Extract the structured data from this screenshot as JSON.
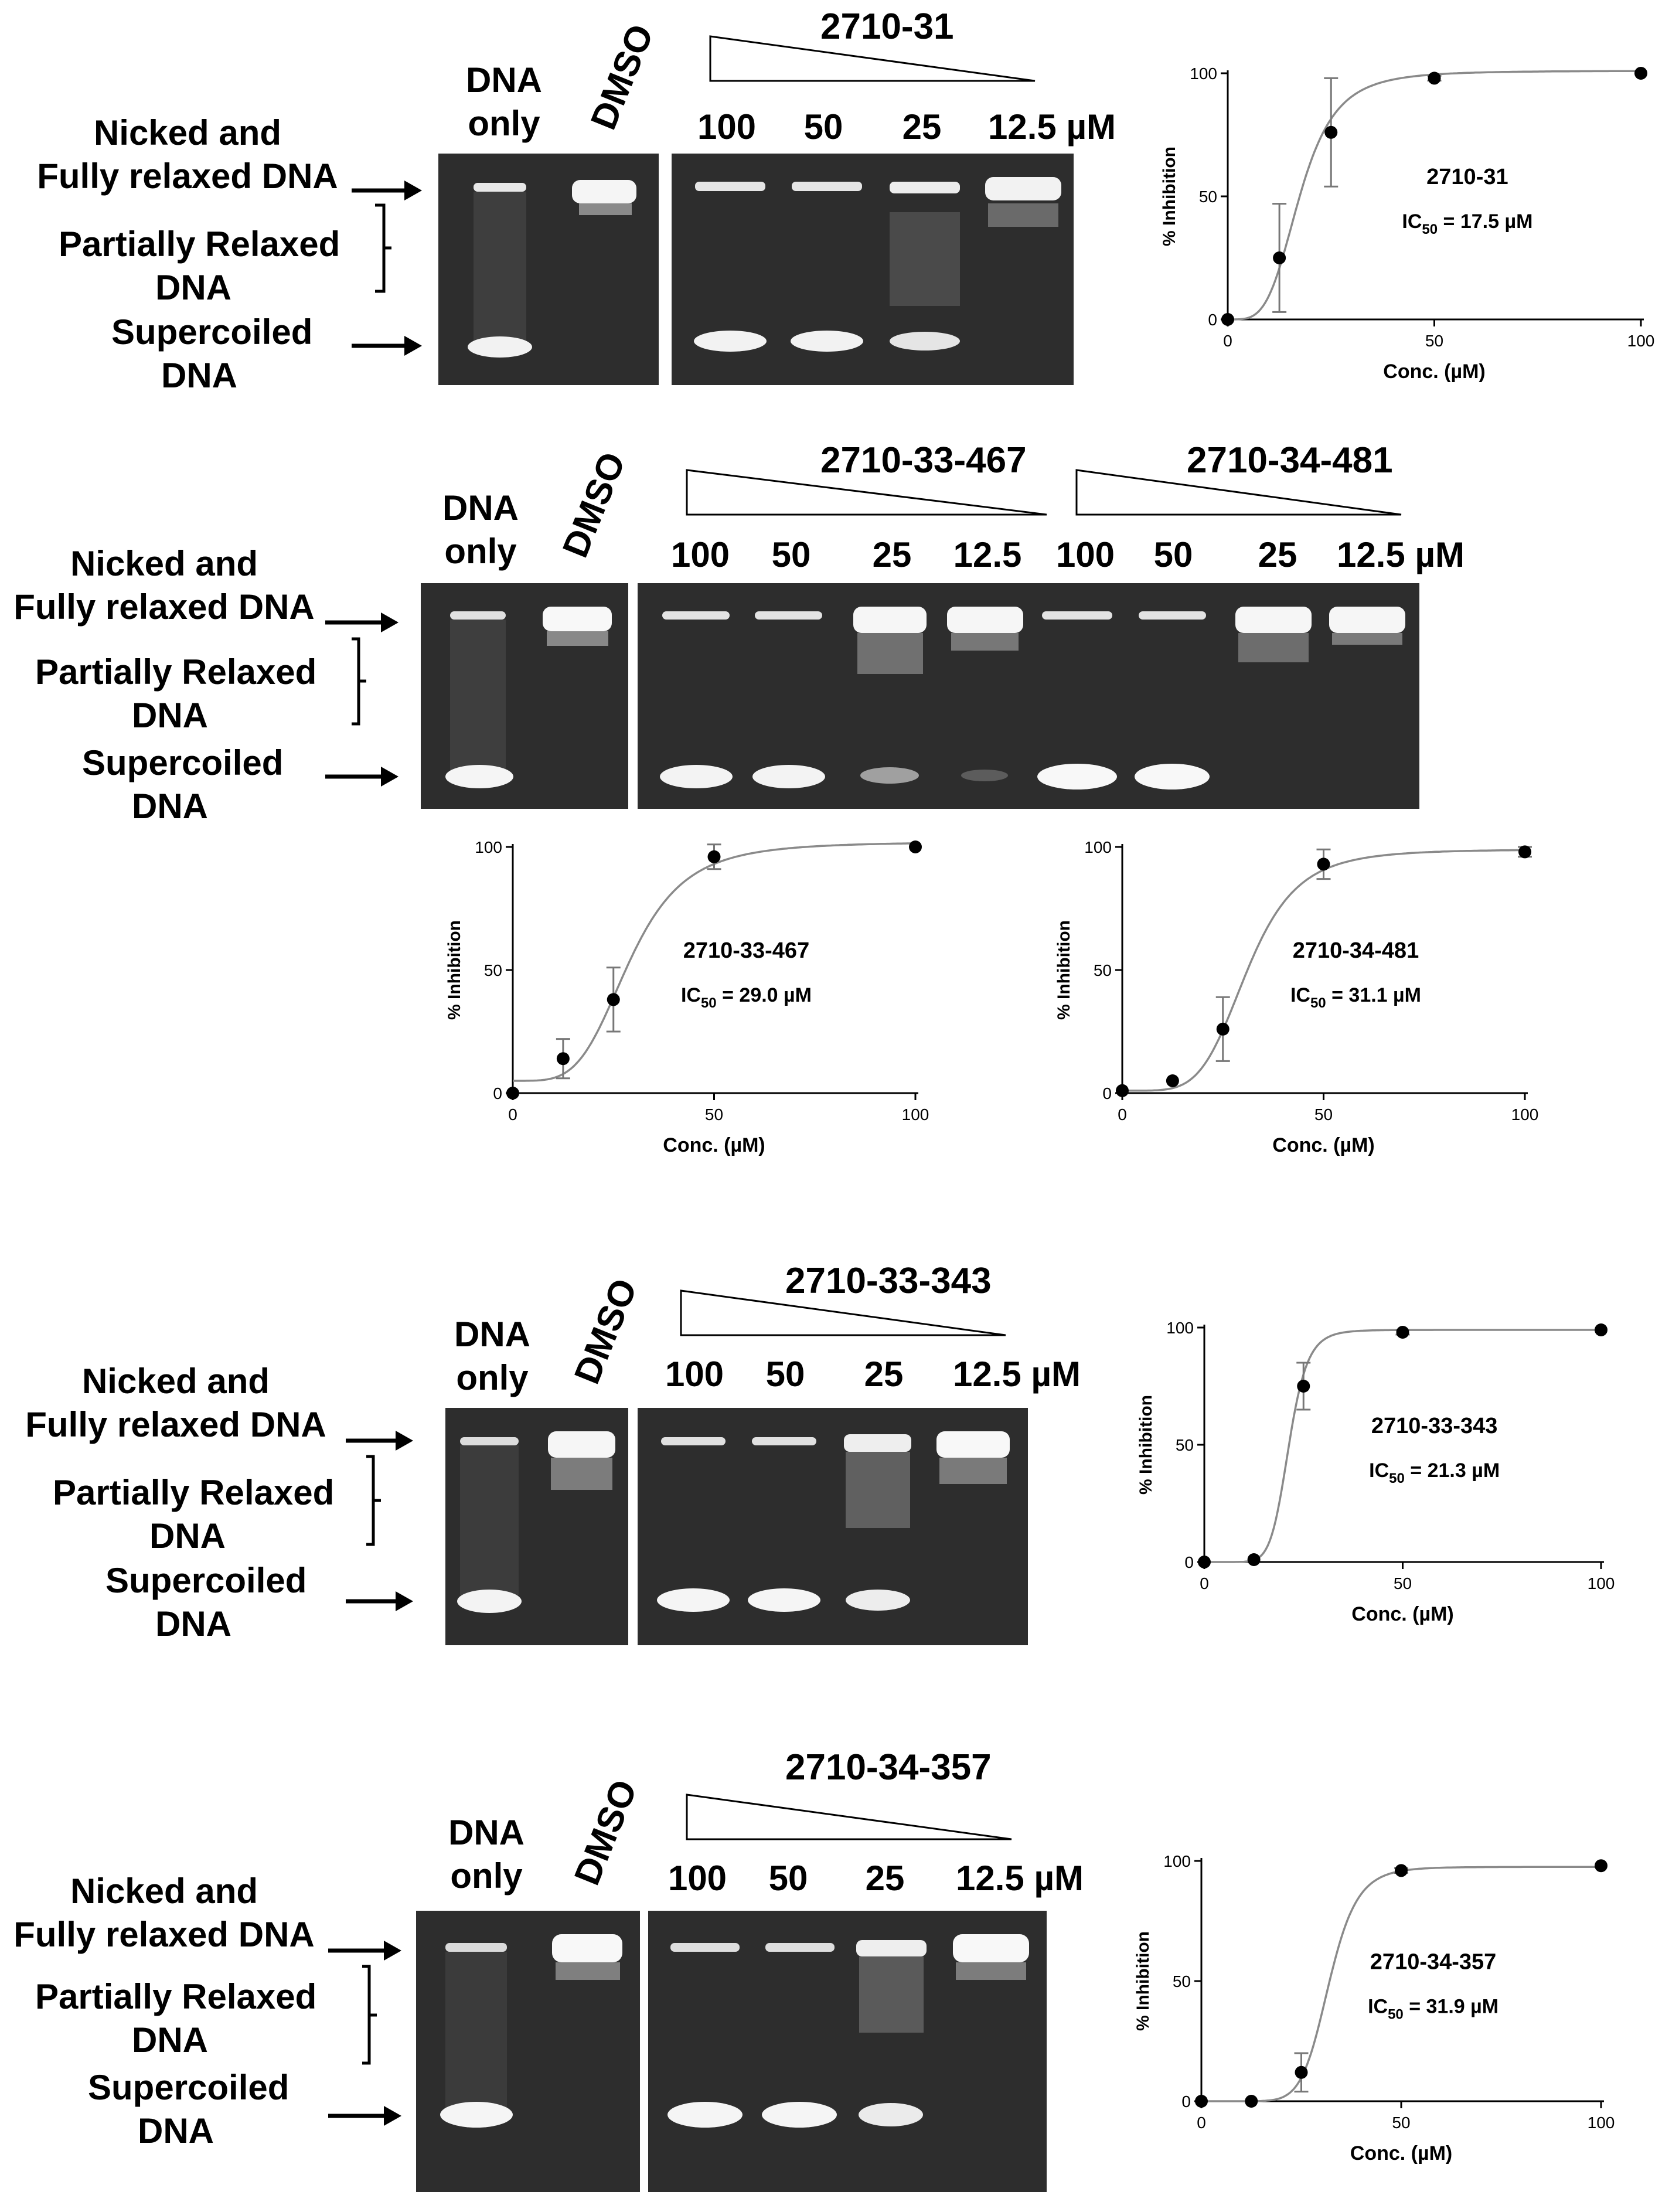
{
  "common": {
    "dna_only_l1": "DNA",
    "dna_only_l2": "only",
    "dmso": "DMSO",
    "nicked_l1": "Nicked and",
    "nicked_l2": "Fully relaxed DNA",
    "partial_l1": "Partially Relaxed",
    "partial_l2": "DNA",
    "super_l1": "Supercoiled",
    "super_l2": "DNA",
    "lanes": [
      "100",
      "50",
      "25",
      "12.5"
    ],
    "unit": "µM"
  },
  "panels": [
    {
      "compounds": [
        "2710-31"
      ]
    },
    {
      "compounds": [
        "2710-33-467",
        "2710-34-481"
      ]
    },
    {
      "compounds": [
        "2710-33-343"
      ]
    },
    {
      "compounds": [
        "2710-34-357"
      ]
    }
  ],
  "chart_data": [
    {
      "type": "scatter",
      "label": "2710-31",
      "ic50_text": "17.5 µM",
      "xlabel": "Conc. (µM)",
      "ylabel": "% Inhibition",
      "xlim": [
        0,
        100
      ],
      "ylim": [
        0,
        100
      ],
      "xticks": [
        0,
        50,
        100
      ],
      "yticks": [
        0,
        50,
        100
      ],
      "x": [
        0,
        12.5,
        25,
        50,
        100
      ],
      "y": [
        0,
        25,
        76,
        98,
        100
      ],
      "err": [
        0,
        22,
        22,
        1,
        0
      ],
      "fit": {
        "bottom": 0,
        "top": 101,
        "ic50": 17.5,
        "hill": 4
      }
    },
    {
      "type": "scatter",
      "label": "2710-33-467",
      "ic50_text": "29.0 µM",
      "xlabel": "Conc. (µM)",
      "ylabel": "% Inhibition",
      "xlim": [
        0,
        100
      ],
      "ylim": [
        0,
        100
      ],
      "xticks": [
        0,
        50,
        100
      ],
      "yticks": [
        0,
        50,
        100
      ],
      "x": [
        0,
        12.5,
        25,
        50,
        100
      ],
      "y": [
        0,
        14,
        38,
        96,
        100
      ],
      "err": [
        0,
        8,
        13,
        5,
        0
      ],
      "fit": {
        "bottom": 5,
        "top": 102,
        "ic50": 29.0,
        "hill": 4.2
      }
    },
    {
      "type": "scatter",
      "label": "2710-34-481",
      "ic50_text": "31.1 µM",
      "xlabel": "Conc. (µM)",
      "ylabel": "% Inhibition",
      "xlim": [
        0,
        100
      ],
      "ylim": [
        0,
        100
      ],
      "xticks": [
        0,
        50,
        100
      ],
      "yticks": [
        0,
        50,
        100
      ],
      "x": [
        0,
        12.5,
        25,
        50,
        100
      ],
      "y": [
        1,
        5,
        26,
        93,
        98
      ],
      "err": [
        0,
        0,
        13,
        6,
        2
      ],
      "fit": {
        "bottom": 1,
        "top": 99,
        "ic50": 31.1,
        "hill": 5
      }
    },
    {
      "type": "scatter",
      "label": "2710-33-343",
      "ic50_text": "21.3 µM",
      "xlabel": "Conc. (µM)",
      "ylabel": "% Inhibition",
      "xlim": [
        0,
        100
      ],
      "ylim": [
        0,
        100
      ],
      "xticks": [
        0,
        50,
        100
      ],
      "yticks": [
        0,
        50,
        100
      ],
      "x": [
        0,
        12.5,
        25,
        50,
        100
      ],
      "y": [
        0,
        1,
        75,
        98,
        99
      ],
      "err": [
        0,
        0,
        10,
        1,
        0
      ],
      "fit": {
        "bottom": 0,
        "top": 99,
        "ic50": 21.3,
        "hill": 9
      }
    },
    {
      "type": "scatter",
      "label": "2710-34-357",
      "ic50_text": "31.9 µM",
      "xlabel": "Conc. (µM)",
      "ylabel": "% Inhibition",
      "xlim": [
        0,
        100
      ],
      "ylim": [
        0,
        100
      ],
      "xticks": [
        0,
        50,
        100
      ],
      "yticks": [
        0,
        50,
        100
      ],
      "x": [
        0,
        12.5,
        25,
        50,
        100
      ],
      "y": [
        0,
        0,
        12,
        96,
        98
      ],
      "err": [
        0,
        0,
        8,
        1,
        0
      ],
      "fit": {
        "bottom": 0,
        "top": 97.5,
        "ic50": 31.9,
        "hill": 9
      }
    }
  ]
}
